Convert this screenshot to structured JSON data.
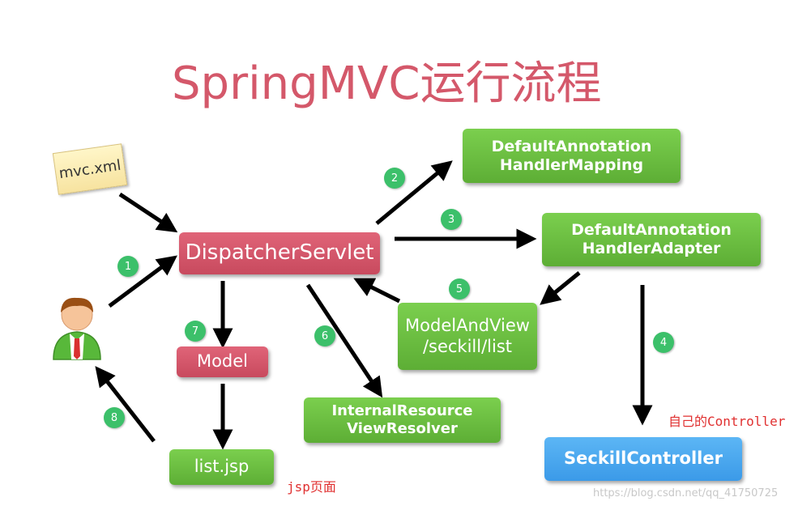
{
  "title": "SpringMVC运行流程",
  "nodes": {
    "mvc_xml": "mvc.xml",
    "dispatcher": "DispatcherServlet",
    "handler_mapping": "DefaultAnnotation\nHandlerMapping",
    "handler_adapter": "DefaultAnnotation\nHandlerAdapter",
    "model_and_view": "ModelAndView\n/seckill/list",
    "view_resolver": "InternalResource\nViewResolver",
    "model": "Model",
    "list_jsp": "list.jsp",
    "seckill_controller": "SeckillController"
  },
  "steps": [
    "1",
    "2",
    "3",
    "4",
    "5",
    "6",
    "7",
    "8"
  ],
  "annotations": {
    "controller_note": "自己的Controller",
    "jsp_note": "jsp页面"
  },
  "watermark": "https://blog.csdn.net/qq_41750725",
  "colors": {
    "title": "#d4586a",
    "green_box": "#6abf45",
    "red_box": "#d4586a",
    "blue_box": "#4aa8f0",
    "step_badge": "#3cc06a",
    "annotation": "#e03030"
  }
}
